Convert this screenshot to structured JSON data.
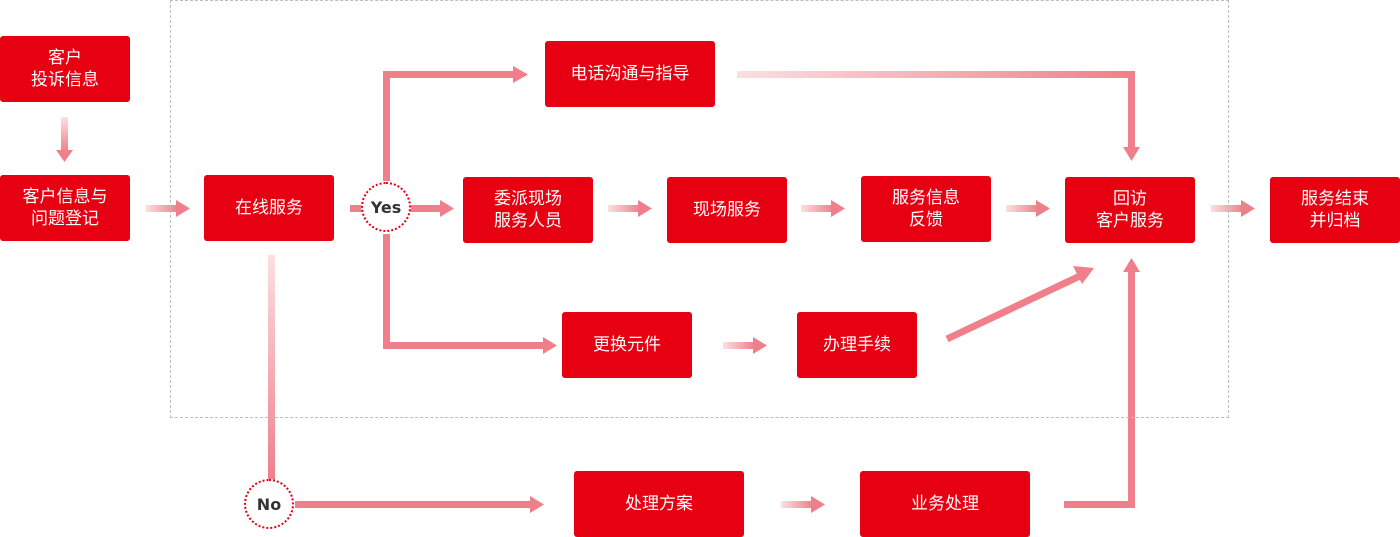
{
  "nodes": {
    "complaint": "客户\n投诉信息",
    "register": "客户信息与\n问题登记",
    "online": "在线服务",
    "phone": "电话沟通与指导",
    "dispatch": "委派现场\n服务人员",
    "onsite": "现场服务",
    "feedback": "服务信息\n反馈",
    "revisit": "回访\n客户服务",
    "archive": "服务结束\n并归档",
    "replace": "更换元件",
    "procedure": "办理手续",
    "plan": "处理方案",
    "business": "业务处理"
  },
  "decisions": {
    "yes": "Yes",
    "no": "No"
  },
  "colors": {
    "node": "#e60012",
    "arrow": "#ef7f8a",
    "dash": "#bdbdbd"
  }
}
